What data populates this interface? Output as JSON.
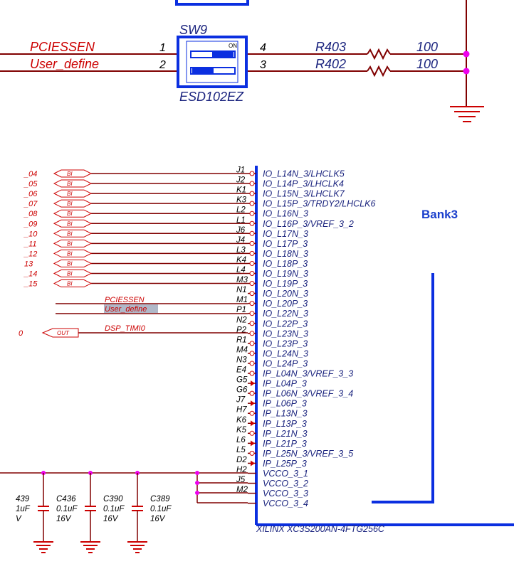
{
  "switch": {
    "refdes": "SW9",
    "part": "ESD102EZ",
    "on_label": "ON",
    "pins": [
      "1",
      "2",
      "4",
      "3"
    ],
    "nets": [
      "PCIESSEN",
      "User_define"
    ]
  },
  "resistors": [
    {
      "refdes": "R403",
      "value": "100"
    },
    {
      "refdes": "R402",
      "value": "100"
    }
  ],
  "fpga": {
    "bank_label": "Bank3",
    "part_label": "XILINX XC3S200AN-4FTG256C",
    "pins": [
      {
        "num": "J1",
        "name": "IO_L14N_3/LHCLK5",
        "sig": "_04",
        "port": "BI"
      },
      {
        "num": "J2",
        "name": "IO_L14P_3/LHCLK4",
        "sig": "_05",
        "port": "BI"
      },
      {
        "num": "K1",
        "name": "IO_L15N_3/LHCLK7",
        "sig": "_06",
        "port": "BI"
      },
      {
        "num": "K3",
        "name": "IO_L15P_3/TRDY2/LHCLK6",
        "sig": "_07",
        "port": "BI"
      },
      {
        "num": "L2",
        "name": "IO_L16N_3",
        "sig": "_08",
        "port": "BI"
      },
      {
        "num": "L1",
        "name": "IO_L16P_3/VREF_3_2",
        "sig": "_09",
        "port": "BI"
      },
      {
        "num": "J6",
        "name": "IO_L17N_3",
        "sig": "_10",
        "port": "BI"
      },
      {
        "num": "J4",
        "name": "IO_L17P_3",
        "sig": "_11",
        "port": "BI"
      },
      {
        "num": "L3",
        "name": "IO_L18N_3",
        "sig": "_12",
        "port": "BI"
      },
      {
        "num": "K4",
        "name": "IO_L18P_3",
        "sig": "13",
        "port": "BI"
      },
      {
        "num": "L4",
        "name": "IO_L19N_3",
        "sig": "_14",
        "port": "BI"
      },
      {
        "num": "M3",
        "name": "IO_L19P_3",
        "sig": "_15",
        "port": "BI"
      },
      {
        "num": "N1",
        "name": "IO_L20N_3",
        "sig": "",
        "port": ""
      },
      {
        "num": "M1",
        "name": "IO_L20P_3",
        "sig": "PCIESSEN",
        "port": ""
      },
      {
        "num": "P1",
        "name": "IO_L22N_3",
        "sig": "User_define",
        "port": ""
      },
      {
        "num": "N2",
        "name": "IO_L22P_3",
        "sig": "",
        "port": ""
      },
      {
        "num": "P2",
        "name": "IO_L23N_3",
        "sig": "DSP_TIMI0",
        "port": "OUT"
      },
      {
        "num": "R1",
        "name": "IO_L23P_3",
        "sig": "",
        "port": ""
      },
      {
        "num": "M4",
        "name": "IO_L24N_3",
        "sig": "",
        "port": ""
      },
      {
        "num": "N3",
        "name": "IO_L24P_3",
        "sig": "",
        "port": ""
      },
      {
        "num": "E4",
        "name": "IP_L04N_3/VREF_3_3",
        "sig": "",
        "port": ""
      },
      {
        "num": "G5",
        "name": "IP_L04P_3",
        "sig": "",
        "port": ""
      },
      {
        "num": "G6",
        "name": "IP_L06N_3/VREF_3_4",
        "sig": "",
        "port": ""
      },
      {
        "num": "J7",
        "name": "IP_L06P_3",
        "sig": "",
        "port": ""
      },
      {
        "num": "H7",
        "name": "IP_L13N_3",
        "sig": "",
        "port": ""
      },
      {
        "num": "K6",
        "name": "IP_L13P_3",
        "sig": "",
        "port": ""
      },
      {
        "num": "K5",
        "name": "IP_L21N_3",
        "sig": "",
        "port": ""
      },
      {
        "num": "L6",
        "name": "IP_L21P_3",
        "sig": "",
        "port": ""
      },
      {
        "num": "L5",
        "name": "IP_L25N_3/VREF_3_5",
        "sig": "",
        "port": ""
      },
      {
        "num": "D2",
        "name": "IP_L25P_3",
        "sig": "",
        "port": ""
      },
      {
        "num": "H2",
        "name": "VCCO_3_1",
        "sig": "",
        "port": ""
      },
      {
        "num": "J5",
        "name": "VCCO_3_2",
        "sig": "",
        "port": ""
      },
      {
        "num": "M2",
        "name": "VCCO_3_3",
        "sig": "",
        "port": ""
      },
      {
        "num": "",
        "name": "VCCO_3_4",
        "sig": "",
        "port": ""
      }
    ],
    "sig_prefix_first": "0",
    "out_port_prefix": "0"
  },
  "capacitors": [
    {
      "refdes": "439",
      "value": "1uF",
      "voltage": "V"
    },
    {
      "refdes": "C436",
      "value": "0.1uF",
      "voltage": "16V"
    },
    {
      "refdes": "C390",
      "value": "0.1uF",
      "voltage": "16V"
    },
    {
      "refdes": "C389",
      "value": "0.1uF",
      "voltage": "16V"
    }
  ]
}
